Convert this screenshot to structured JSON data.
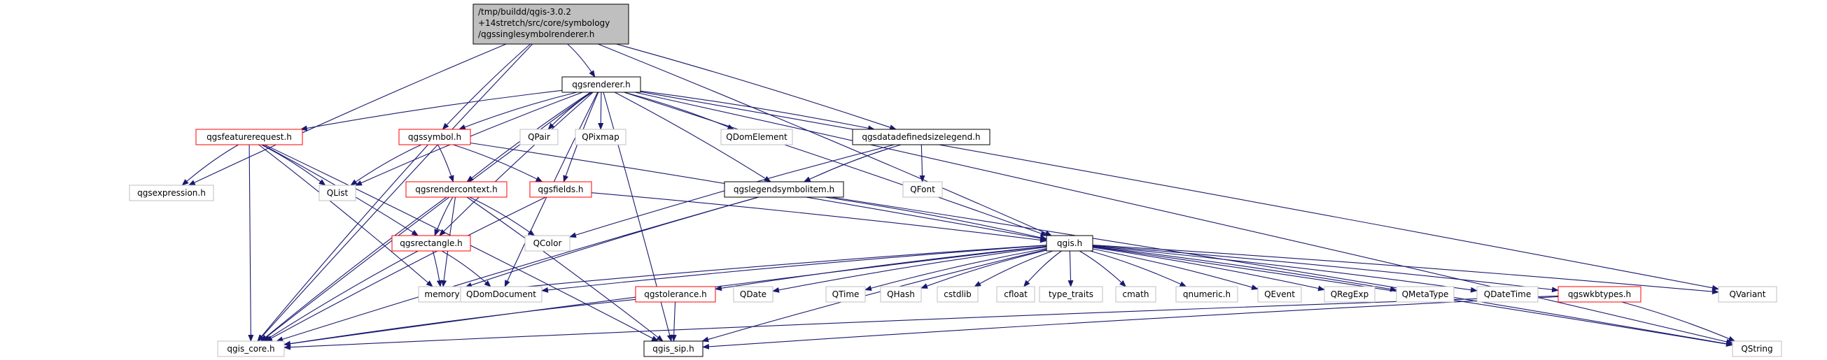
{
  "graph": {
    "root_node": {
      "lines": [
        "/tmp/buildd/qgis-3.0.2",
        "+14stretch/src/core/symbology",
        "/qgssinglesymbolrenderer.h"
      ]
    },
    "nodes": [
      {
        "id": "qgsrenderer",
        "label": "qgsrenderer.h",
        "style": "black"
      },
      {
        "id": "qgsexpression",
        "label": "qgsexpression.h",
        "style": "gray"
      },
      {
        "id": "qgis_core",
        "label": "qgis_core.h",
        "style": "gray"
      },
      {
        "id": "qgis",
        "label": "qgis.h",
        "style": "black"
      },
      {
        "id": "qgsfeaturerequest",
        "label": "qgsfeaturerequest.h",
        "style": "red"
      },
      {
        "id": "qgssymbol",
        "label": "qgssymbol.h",
        "style": "red"
      },
      {
        "id": "QList",
        "label": "QList",
        "style": "gray"
      },
      {
        "id": "QPair",
        "label": "QPair",
        "style": "gray"
      },
      {
        "id": "QPixmap",
        "label": "QPixmap",
        "style": "gray"
      },
      {
        "id": "QDomElement",
        "label": "QDomElement",
        "style": "gray"
      },
      {
        "id": "qgsdatadefinedsizelegend",
        "label": "qgsdatadefinedsizelegend.h",
        "style": "black"
      },
      {
        "id": "qgsrendercontext",
        "label": "qgsrendercontext.h",
        "style": "red"
      },
      {
        "id": "qgsfields",
        "label": "qgsfields.h",
        "style": "red"
      },
      {
        "id": "qgslegendsymbolitem",
        "label": "qgslegendsymbolitem.h",
        "style": "black"
      },
      {
        "id": "QFont",
        "label": "QFont",
        "style": "gray"
      },
      {
        "id": "QColor",
        "label": "QColor",
        "style": "gray"
      },
      {
        "id": "qgsrectangle",
        "label": "qgsrectangle.h",
        "style": "red"
      },
      {
        "id": "memory",
        "label": "memory",
        "style": "gray"
      },
      {
        "id": "QDomDocument",
        "label": "QDomDocument",
        "style": "gray"
      },
      {
        "id": "qgstolerance",
        "label": "qgstolerance.h",
        "style": "red"
      },
      {
        "id": "QDate",
        "label": "QDate",
        "style": "gray"
      },
      {
        "id": "QTime",
        "label": "QTime",
        "style": "gray"
      },
      {
        "id": "QHash",
        "label": "QHash",
        "style": "gray"
      },
      {
        "id": "cstdlib",
        "label": "cstdlib",
        "style": "gray"
      },
      {
        "id": "cfloat",
        "label": "cfloat",
        "style": "gray"
      },
      {
        "id": "type_traits",
        "label": "type_traits",
        "style": "gray"
      },
      {
        "id": "cmath",
        "label": "cmath",
        "style": "gray"
      },
      {
        "id": "qnumeric",
        "label": "qnumeric.h",
        "style": "gray"
      },
      {
        "id": "QEvent",
        "label": "QEvent",
        "style": "gray"
      },
      {
        "id": "QRegExp",
        "label": "QRegExp",
        "style": "gray"
      },
      {
        "id": "QMetaType",
        "label": "QMetaType",
        "style": "gray"
      },
      {
        "id": "QDateTime",
        "label": "QDateTime",
        "style": "gray"
      },
      {
        "id": "qgswkbtypes",
        "label": "qgswkbtypes.h",
        "style": "red"
      },
      {
        "id": "QVariant",
        "label": "QVariant",
        "style": "gray"
      },
      {
        "id": "qgis_sip",
        "label": "qgis_sip.h",
        "style": "black"
      },
      {
        "id": "QString",
        "label": "QString",
        "style": "gray"
      }
    ],
    "edges": [
      [
        "root",
        "qgsrenderer"
      ],
      [
        "root",
        "qgsexpression"
      ],
      [
        "root",
        "qgis_core"
      ],
      [
        "root",
        "qgis"
      ],
      [
        "root",
        "qgssymbol"
      ],
      [
        "root",
        "qgsdatadefinedsizelegend"
      ],
      [
        "qgsrenderer",
        "qgsfeaturerequest"
      ],
      [
        "qgsrenderer",
        "qgssymbol"
      ],
      [
        "qgsrenderer",
        "QList"
      ],
      [
        "qgsrenderer",
        "QPair"
      ],
      [
        "qgsrenderer",
        "QPixmap"
      ],
      [
        "qgsrenderer",
        "QDomElement"
      ],
      [
        "qgsrenderer",
        "qgsdatadefinedsizelegend"
      ],
      [
        "qgsrenderer",
        "qgsrendercontext"
      ],
      [
        "qgsrenderer",
        "qgsfields"
      ],
      [
        "qgsrenderer",
        "qgslegendsymbolitem"
      ],
      [
        "qgsrenderer",
        "qgis"
      ],
      [
        "qgsrenderer",
        "qgsrectangle"
      ],
      [
        "qgsrenderer",
        "QDomDocument"
      ],
      [
        "qgsrenderer",
        "qgis_core"
      ],
      [
        "qgsrenderer",
        "QVariant"
      ],
      [
        "qgsrenderer",
        "QString"
      ],
      [
        "qgsrenderer",
        "qgis_sip"
      ],
      [
        "qgsfeaturerequest",
        "qgsexpression"
      ],
      [
        "qgsfeaturerequest",
        "QList"
      ],
      [
        "qgsfeaturerequest",
        "qgsrectangle"
      ],
      [
        "qgsfeaturerequest",
        "memory"
      ],
      [
        "qgsfeaturerequest",
        "qgis_core"
      ],
      [
        "qgsfeaturerequest",
        "qgis_sip"
      ],
      [
        "qgssymbol",
        "QList"
      ],
      [
        "qgssymbol",
        "qgsrendercontext"
      ],
      [
        "qgssymbol",
        "qgsfields"
      ],
      [
        "qgssymbol",
        "qgis"
      ],
      [
        "qgssymbol",
        "qgis_core"
      ],
      [
        "qgsdatadefinedsizelegend",
        "qgslegendsymbolitem"
      ],
      [
        "qgsdatadefinedsizelegend",
        "QFont"
      ],
      [
        "qgsdatadefinedsizelegend",
        "QColor"
      ],
      [
        "qgsrendercontext",
        "qgsrectangle"
      ],
      [
        "qgsrendercontext",
        "QColor"
      ],
      [
        "qgsrendercontext",
        "memory"
      ],
      [
        "qgsrendercontext",
        "qgis_core"
      ],
      [
        "qgsrendercontext",
        "qgis_sip"
      ],
      [
        "qgsfields",
        "qgis"
      ],
      [
        "qgsfields",
        "qgis_core"
      ],
      [
        "qgslegendsymbolitem",
        "qgis"
      ],
      [
        "qgslegendsymbolitem",
        "memory"
      ],
      [
        "qgslegendsymbolitem",
        "qgis_core"
      ],
      [
        "qgslegendsymbolitem",
        "QString"
      ],
      [
        "qgsrectangle",
        "memory"
      ],
      [
        "qgsrectangle",
        "QDomDocument"
      ],
      [
        "qgsrectangle",
        "qgis_core"
      ],
      [
        "qgis",
        "memory"
      ],
      [
        "qgis",
        "QDomDocument"
      ],
      [
        "qgis",
        "qgstolerance"
      ],
      [
        "qgis",
        "QDate"
      ],
      [
        "qgis",
        "QTime"
      ],
      [
        "qgis",
        "QHash"
      ],
      [
        "qgis",
        "cstdlib"
      ],
      [
        "qgis",
        "cfloat"
      ],
      [
        "qgis",
        "type_traits"
      ],
      [
        "qgis",
        "cmath"
      ],
      [
        "qgis",
        "qnumeric"
      ],
      [
        "qgis",
        "QEvent"
      ],
      [
        "qgis",
        "QRegExp"
      ],
      [
        "qgis",
        "QMetaType"
      ],
      [
        "qgis",
        "QDateTime"
      ],
      [
        "qgis",
        "qgswkbtypes"
      ],
      [
        "qgis",
        "QVariant"
      ],
      [
        "qgis",
        "QString"
      ],
      [
        "qgis",
        "qgis_core"
      ],
      [
        "qgis",
        "qgis_sip"
      ],
      [
        "qgstolerance",
        "qgis_core"
      ],
      [
        "qgstolerance",
        "qgis_sip"
      ],
      [
        "qgswkbtypes",
        "qgis_core"
      ],
      [
        "qgswkbtypes",
        "QString"
      ],
      [
        "qgswkbtypes",
        "qgis_sip"
      ]
    ],
    "colors": {
      "edge": "#191970",
      "root_fill": "#bfbfbf",
      "black_border": "#000000",
      "red_border": "#ff0000",
      "gray_border": "#bfbfbf",
      "node_fill": "#ffffff",
      "text": "#000000"
    }
  }
}
